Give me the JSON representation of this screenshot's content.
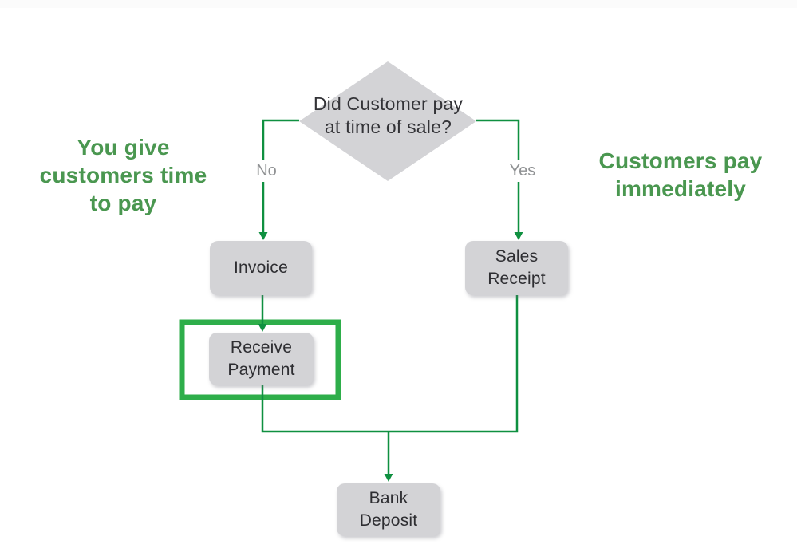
{
  "diagram": {
    "decision": {
      "label": "Did Customer pay at time of sale?"
    },
    "branches": {
      "no": "No",
      "yes": "Yes"
    },
    "annotations": {
      "left": "You give customers time to pay",
      "right": "Customers pay immediately"
    },
    "nodes": {
      "invoice": "Invoice",
      "sales_receipt": "Sales Receipt",
      "receive_payment": "Receive Payment",
      "bank_deposit": "Bank Deposit"
    },
    "colors": {
      "connector": "#0f9040",
      "highlight": "#2eae4a",
      "node_fill": "#d3d3d6",
      "node_text": "#2e2e32",
      "annotation_text": "#4a9750",
      "branch_label_text": "#8f9193"
    }
  }
}
